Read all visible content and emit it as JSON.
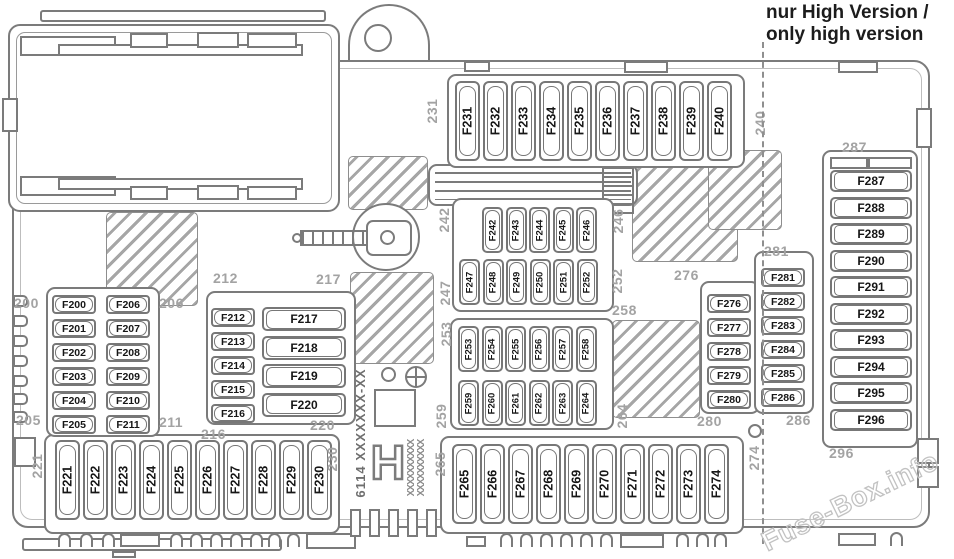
{
  "annotation": {
    "line1": "nur High Version /",
    "line2": "only high version"
  },
  "watermark_text": "Fuse-Box.info",
  "markings": {
    "part_number": "6114 XXXXXXX-XX",
    "h_stamp": "H",
    "zipper_row1": "XXXXXXXXXX",
    "zipper_row2": "XXXXXXXXXX"
  },
  "colors": {
    "line": "#7b7b7b",
    "label_gray": "#a3a3a3",
    "fuse_text": "#161616",
    "annotation_text": "#1c1c1c",
    "watermark": "#cfcfcf"
  },
  "groups": {
    "row231": {
      "start": "231",
      "end": "240",
      "fuses": [
        "F231",
        "F232",
        "F233",
        "F234",
        "F235",
        "F236",
        "F237",
        "F238",
        "F239",
        "F240"
      ]
    },
    "row242": {
      "start": "242",
      "end": "246",
      "fuses": [
        "F242",
        "F243",
        "F244",
        "F245",
        "F246"
      ]
    },
    "row247": {
      "start": "247",
      "end": "252",
      "fuses": [
        "F247",
        "F248",
        "F249",
        "F250",
        "F251",
        "F252"
      ]
    },
    "row253": {
      "start": "253",
      "end": "258",
      "fuses": [
        "F253",
        "F254",
        "F255",
        "F256",
        "F257",
        "F258"
      ]
    },
    "row259": {
      "start": "259",
      "end": "264",
      "fuses": [
        "F259",
        "F260",
        "F261",
        "F262",
        "F263",
        "F264"
      ]
    },
    "row221": {
      "start": "221",
      "end": "230",
      "fuses": [
        "F221",
        "F222",
        "F223",
        "F224",
        "F225",
        "F226",
        "F227",
        "F228",
        "F229",
        "F230"
      ]
    },
    "row265": {
      "start": "265",
      "end": "274",
      "fuses": [
        "F265",
        "F266",
        "F267",
        "F268",
        "F269",
        "F270",
        "F271",
        "F272",
        "F273",
        "F274"
      ]
    },
    "col200": {
      "start": "200",
      "end": "205",
      "fuses": [
        "F200",
        "F201",
        "F202",
        "F203",
        "F204",
        "F205"
      ]
    },
    "col206": {
      "start": "206",
      "end": "211",
      "fuses": [
        "F206",
        "F207",
        "F208",
        "F209",
        "F210",
        "F211"
      ]
    },
    "col212": {
      "start": "212",
      "end": "216",
      "fuses": [
        "F212",
        "F213",
        "F214",
        "F215",
        "F216"
      ]
    },
    "col217": {
      "start": "217",
      "end": "220",
      "fuses": [
        "F217",
        "F218",
        "F219",
        "F220"
      ]
    },
    "col276": {
      "start": "276",
      "end": "280",
      "fuses": [
        "F276",
        "F277",
        "F278",
        "F279",
        "F280"
      ]
    },
    "col281": {
      "start": "281",
      "end": "286",
      "fuses": [
        "F281",
        "F282",
        "F283",
        "F284",
        "F285",
        "F286"
      ]
    },
    "col287": {
      "start": "287",
      "end": "296",
      "fuses": [
        "F287",
        "F288",
        "F289",
        "F290",
        "F291",
        "F292",
        "F293",
        "F294",
        "F295",
        "F296"
      ]
    }
  }
}
